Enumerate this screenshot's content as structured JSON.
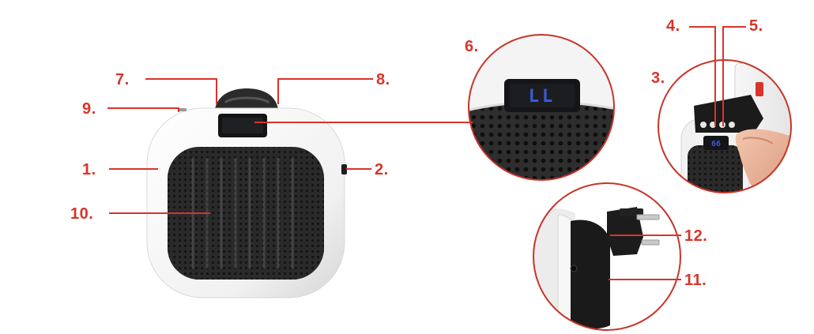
{
  "colors": {
    "accent": "#d8342a",
    "heater_body": "#f4f4f4",
    "heater_shadow": "#d4d4d4",
    "grille": "#262626",
    "display": "#151517",
    "display_digits": "#3b5bd8"
  },
  "callouts": [
    {
      "id": "1",
      "text": "1."
    },
    {
      "id": "2",
      "text": "2."
    },
    {
      "id": "3",
      "text": "3."
    },
    {
      "id": "4",
      "text": "4."
    },
    {
      "id": "5",
      "text": "5."
    },
    {
      "id": "6",
      "text": "6."
    },
    {
      "id": "7",
      "text": "7."
    },
    {
      "id": "8",
      "text": "8."
    },
    {
      "id": "9",
      "text": "9."
    },
    {
      "id": "10",
      "text": "10."
    },
    {
      "id": "11",
      "text": "11."
    },
    {
      "id": "12",
      "text": "12."
    }
  ],
  "display_closeup": {
    "digits": "LL"
  },
  "hand_view": {
    "digits": "66"
  }
}
